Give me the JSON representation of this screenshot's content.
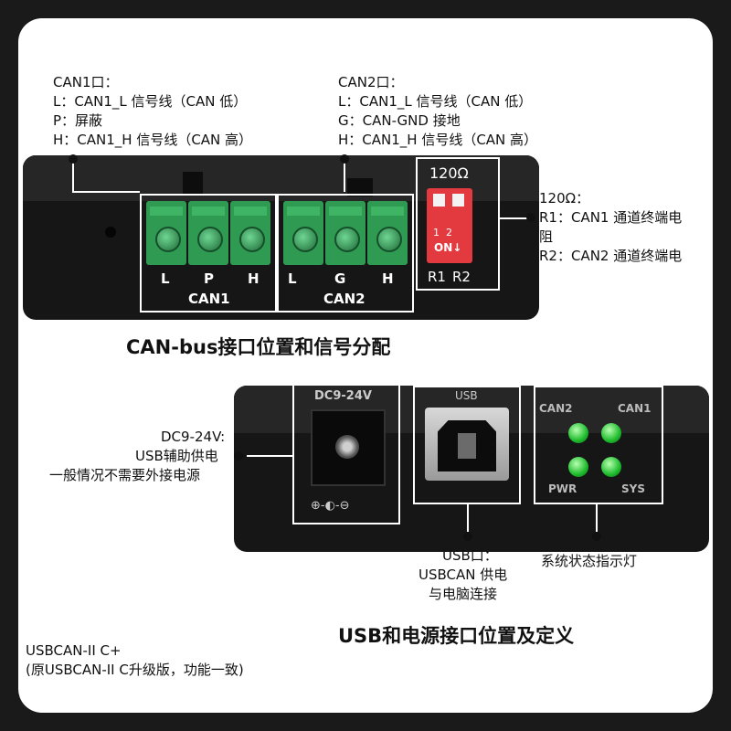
{
  "can1_note": {
    "title": "CAN1口：",
    "lines": [
      "L：CAN1_L 信号线（CAN 低）",
      "P：屏蔽",
      "H：CAN1_H 信号线（CAN 高）"
    ]
  },
  "can2_note": {
    "title": "CAN2口：",
    "lines": [
      "L：CAN1_L 信号线（CAN 低）",
      "G：CAN-GND 接地",
      "H：CAN1_H 信号线（CAN 高）"
    ]
  },
  "resistor_note": {
    "title": "120Ω：",
    "lines": [
      "R1：CAN1 通道终端电",
      "阻",
      "R2：CAN2 通道终端电"
    ]
  },
  "device_top": {
    "can1_pins": [
      "L",
      "P",
      "H"
    ],
    "can1_name": "CAN1",
    "can2_pins": [
      "L",
      "G",
      "H"
    ],
    "can2_name": "CAN2",
    "dip_title": "120Ω",
    "dip_numbers": "1  2",
    "dip_on": "ON↓",
    "dip_r1": "R1",
    "dip_r2": "R2"
  },
  "section1_title": "CAN-bus接口位置和信号分配",
  "device_bottom": {
    "dc_label": "DC9-24V",
    "usb_label": "USB",
    "led_can2": "CAN2",
    "led_can1": "CAN1",
    "led_pwr": "PWR",
    "led_sys": "SYS",
    "polarity": "⊕-◐-⊖"
  },
  "dc_note": {
    "lines": [
      "DC9-24V:",
      "USB辅助供电",
      "一般情况不需要外接电源"
    ]
  },
  "usb_note": {
    "lines": [
      "USB口：",
      "USBCAN 供电",
      "与电脑连接"
    ]
  },
  "led_note": "系统状态指示灯",
  "section2_title": "USB和电源接口位置及定义",
  "model_note": {
    "lines": [
      "USBCAN-II C+",
      "(原USBCAN-II C升级版，功能一致)"
    ]
  },
  "colors": {
    "terminal_green": "#2f9b52",
    "dip_red": "#e23a3f",
    "led_green": "#1dbb2c"
  }
}
